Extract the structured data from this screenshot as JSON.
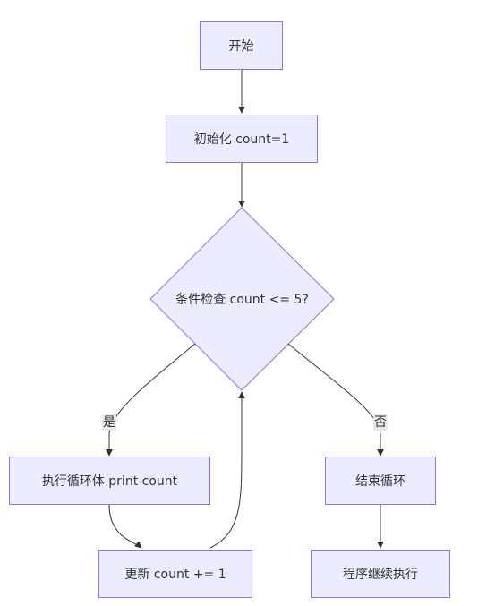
{
  "nodes": {
    "start": "开始",
    "init": "初始化 count=1",
    "condition": "条件检查 count <= 5?",
    "body": "执行循环体 print count",
    "update": "更新 count += 1",
    "end_loop": "结束循环",
    "continue": "程序继续执行"
  },
  "edges": {
    "yes": "是",
    "no": "否"
  },
  "colors": {
    "node_fill": "#ECECFF",
    "node_border": "#9370DB",
    "edge": "#333333",
    "label_bg": "#e8e8e8"
  }
}
